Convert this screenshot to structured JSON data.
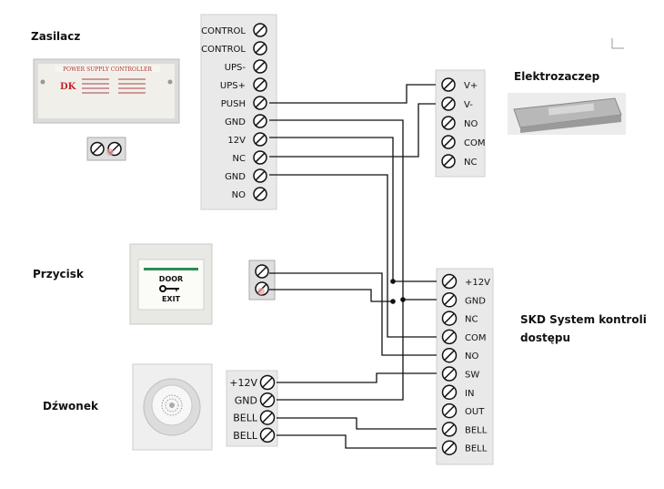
{
  "devices": {
    "power_supply": {
      "label": "Zasilacz",
      "photo_text": "POWER SUPPLY CONTROLLER",
      "brand": "DK"
    },
    "strike": {
      "label": "Elektrozaczep"
    },
    "button": {
      "label": "Przycisk",
      "door_text": "DOOR",
      "exit_text": "EXIT"
    },
    "bell": {
      "label": "Dźwonek"
    },
    "controller": {
      "label_line1": "SKD System kontroli",
      "label_line2": "dostępu"
    }
  },
  "power_terminals": [
    "CONTROL",
    "CONTROL",
    "UPS-",
    "UPS+",
    "PUSH",
    "GND",
    "12V",
    "NC",
    "GND",
    "NO"
  ],
  "strike_terminals": [
    "V+",
    "V-",
    "NO",
    "COM",
    "NC"
  ],
  "controller_terminals": [
    "+12V",
    "GND",
    "NC",
    "COM",
    "NO",
    "SW",
    "IN",
    "OUT",
    "BELL",
    "BELL"
  ],
  "bell_terminals": [
    "+12V",
    "GND",
    "BELL",
    "BELL"
  ],
  "colors": {
    "wire": "#111111",
    "block": "#e9e9e9",
    "dot": "#111111"
  }
}
